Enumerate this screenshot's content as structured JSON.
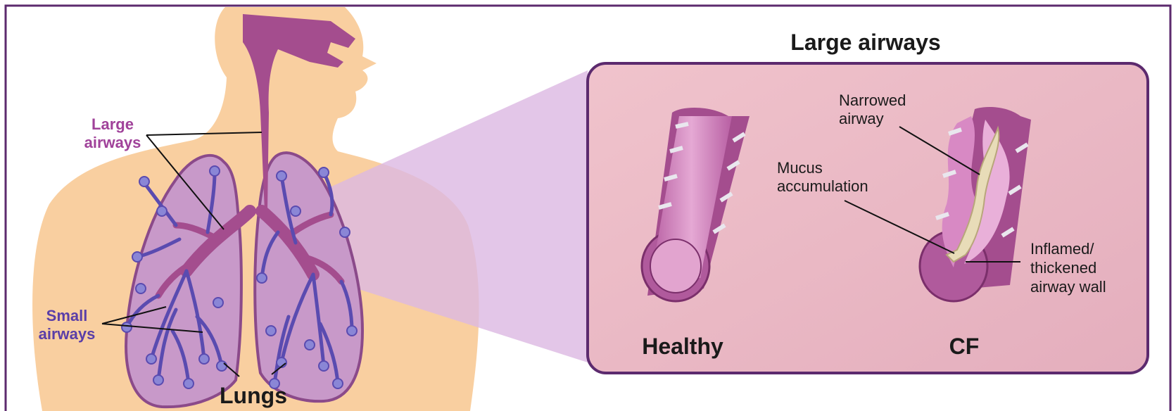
{
  "colors": {
    "frame": "#5c2a6e",
    "skin": "#f9cfa0",
    "airway": "#a44d8e",
    "lung_fill": "#c899c9",
    "lung_border": "#8b4a8a",
    "small_airway": "#5a4bb0",
    "panel_fill": "#ebbcc8",
    "funnel": "#dcb8e2",
    "mucus": "#e8dcb8",
    "label_purple": "#a0429a",
    "label_blue": "#5a3ea8",
    "text_dark": "#1a1a1a"
  },
  "labels": {
    "large_airways_left": [
      "Large",
      "airways"
    ],
    "small_airways": [
      "Small",
      "airways"
    ],
    "lungs": "Lungs"
  },
  "detail_panel": {
    "title": "Large airways",
    "healthy": "Healthy",
    "cf": "CF",
    "narrowed_airway": [
      "Narrowed",
      "airway"
    ],
    "mucus_accumulation": [
      "Mucus",
      "accumulation"
    ],
    "inflamed_wall": [
      "Inflamed/",
      "thickened",
      "airway wall"
    ]
  }
}
